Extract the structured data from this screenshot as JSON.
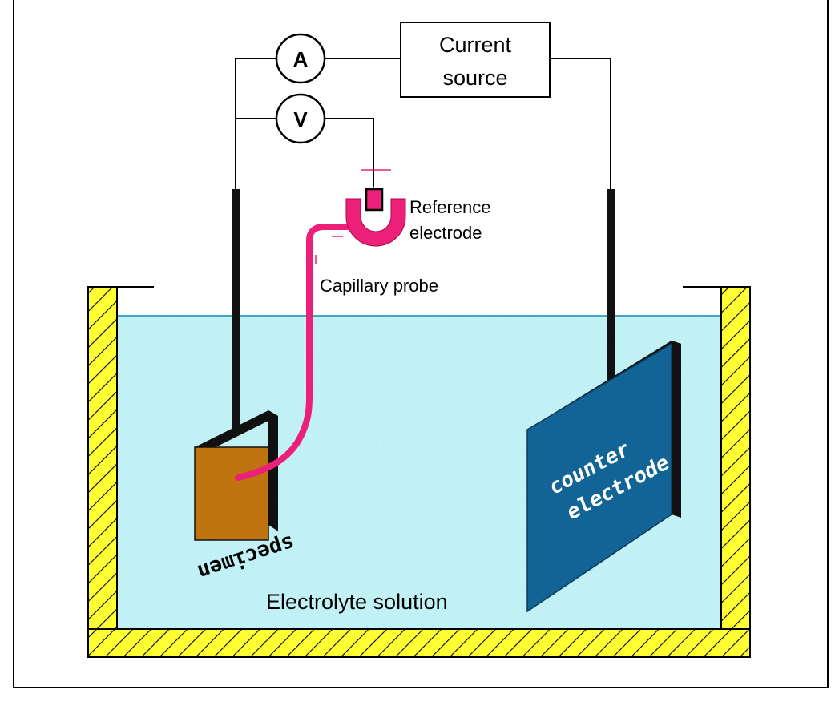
{
  "diagram": {
    "meters": {
      "ammeter": "A",
      "voltmeter": "V"
    },
    "labels": {
      "current_source_line1": "Current",
      "current_source_line2": "source",
      "reference_line1": "Reference",
      "reference_line2": "electrode",
      "capillary": "Capillary probe",
      "electrolyte": "Electrolyte solution",
      "specimen": "specimen",
      "counter_line1": "counter",
      "counter_line2": "electrode"
    },
    "colors": {
      "solution": "#b9f0f4",
      "solution_surface": "#3fa8c6",
      "tank_wall": "#ffff33",
      "specimen": "#c0740f",
      "counter_electrode": "#116495",
      "probe": "#ec1f79",
      "wire": "#000000"
    }
  }
}
